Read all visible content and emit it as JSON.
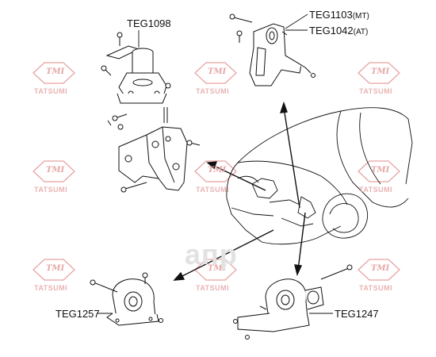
{
  "watermark": {
    "badge_text": "TMI",
    "brand_text": "TATSUMI",
    "center_brand": "апр",
    "color": "#e8a0a0"
  },
  "labels": {
    "teg1098": "TEG1098",
    "teg1103_code": "TEG1103",
    "teg1103_suffix": "(MT)",
    "teg1042_code": "TEG1042",
    "teg1042_suffix": "(AT)",
    "teg1257": "TEG1257",
    "teg1247": "TEG1247"
  },
  "colors": {
    "line": "#111111",
    "background": "#ffffff"
  }
}
